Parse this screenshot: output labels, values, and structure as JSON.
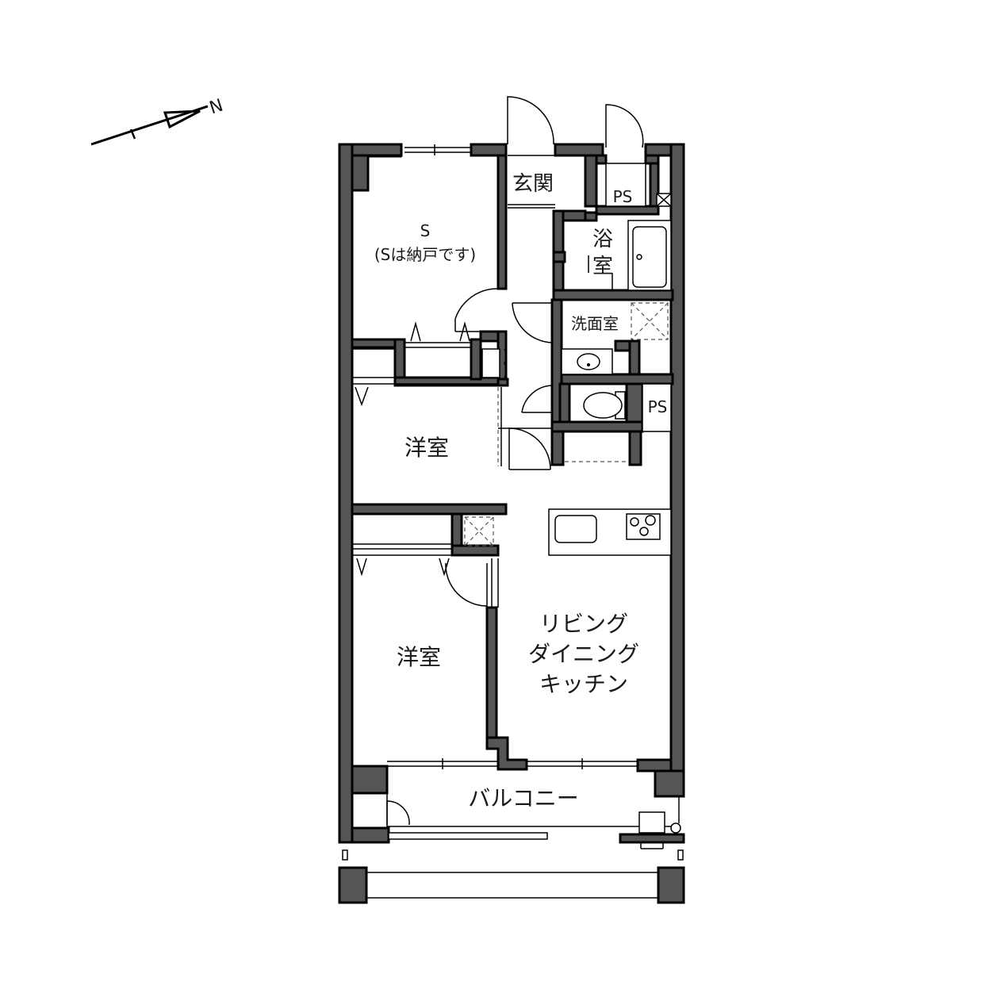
{
  "compass": {
    "north_label": "N"
  },
  "rooms": {
    "storage": {
      "label": "S",
      "note": "(Sは納戸です)"
    },
    "entrance": {
      "label": "玄関"
    },
    "bath": {
      "label_top": "浴",
      "label_bottom": "室"
    },
    "washroom": {
      "label": "洗面室"
    },
    "ps_top": {
      "label": "PS"
    },
    "ps_mid": {
      "label": "PS"
    },
    "western_room_1": {
      "label": "洋室"
    },
    "western_room_2": {
      "label": "洋室"
    },
    "ldk": {
      "line1": "リビング",
      "line2": "ダイニング",
      "line3": "キッチン"
    },
    "balcony": {
      "label": "バルコニー"
    }
  },
  "colors": {
    "wall": "#555555",
    "line": "#000000",
    "background": "#ffffff"
  }
}
